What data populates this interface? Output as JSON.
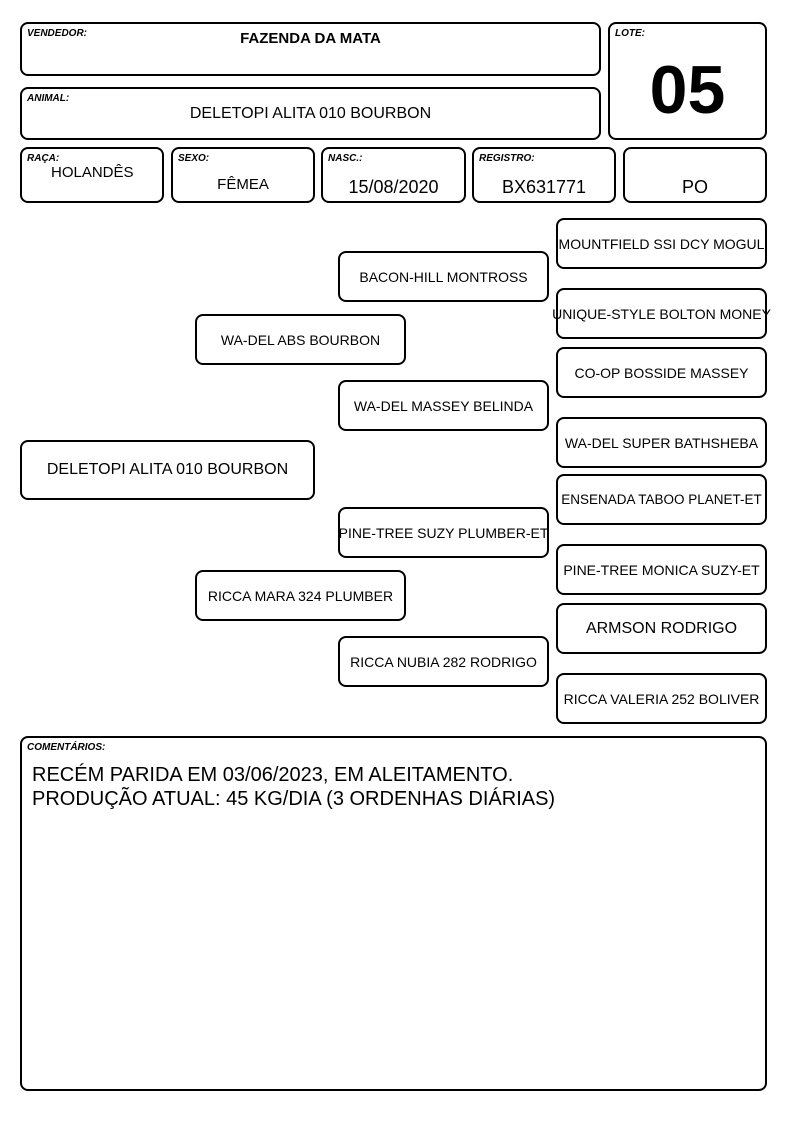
{
  "header": {
    "vendedor_label": "VENDEDOR:",
    "vendedor": "FAZENDA DA MATA",
    "lote_label": "LOTE:",
    "lote": "05",
    "animal_label": "ANIMAL:",
    "animal": "DELETOPI ALITA 010 BOURBON",
    "raca_label": "RAÇA:",
    "raca": "HOLANDÊS",
    "sexo_label": "SEXO:",
    "sexo": "FÊMEA",
    "nasc_label": "NASC.:",
    "nasc": "15/08/2020",
    "registro_label": "REGISTRO:",
    "registro": "BX631771",
    "grau": "PO"
  },
  "pedigree": {
    "animal": "DELETOPI ALITA 010 BOURBON",
    "sire": "WA-DEL ABS BOURBON",
    "dam": "RICCA MARA 324 PLUMBER",
    "sire_sire": "BACON-HILL MONTROSS",
    "sire_dam": "WA-DEL MASSEY BELINDA",
    "dam_sire": "PINE-TREE SUZY PLUMBER-ET",
    "dam_dam": "RICCA NUBIA 282 RODRIGO",
    "ggp": [
      "MOUNTFIELD SSI DCY MOGUL",
      "UNIQUE-STYLE BOLTON MONEY",
      "CO-OP BOSSIDE MASSEY",
      "WA-DEL SUPER BATHSHEBA",
      "ENSENADA TABOO PLANET-ET",
      "PINE-TREE MONICA SUZY-ET",
      "ARMSON RODRIGO",
      "RICCA VALERIA 252 BOLIVER"
    ]
  },
  "comments": {
    "label": "COMENTÁRIOS:",
    "line1": "RECÉM PARIDA EM 03/06/2023, EM ALEITAMENTO.",
    "line2": "PRODUÇÃO ATUAL: 45 KG/DIA (3 ORDENHAS DIÁRIAS)"
  }
}
